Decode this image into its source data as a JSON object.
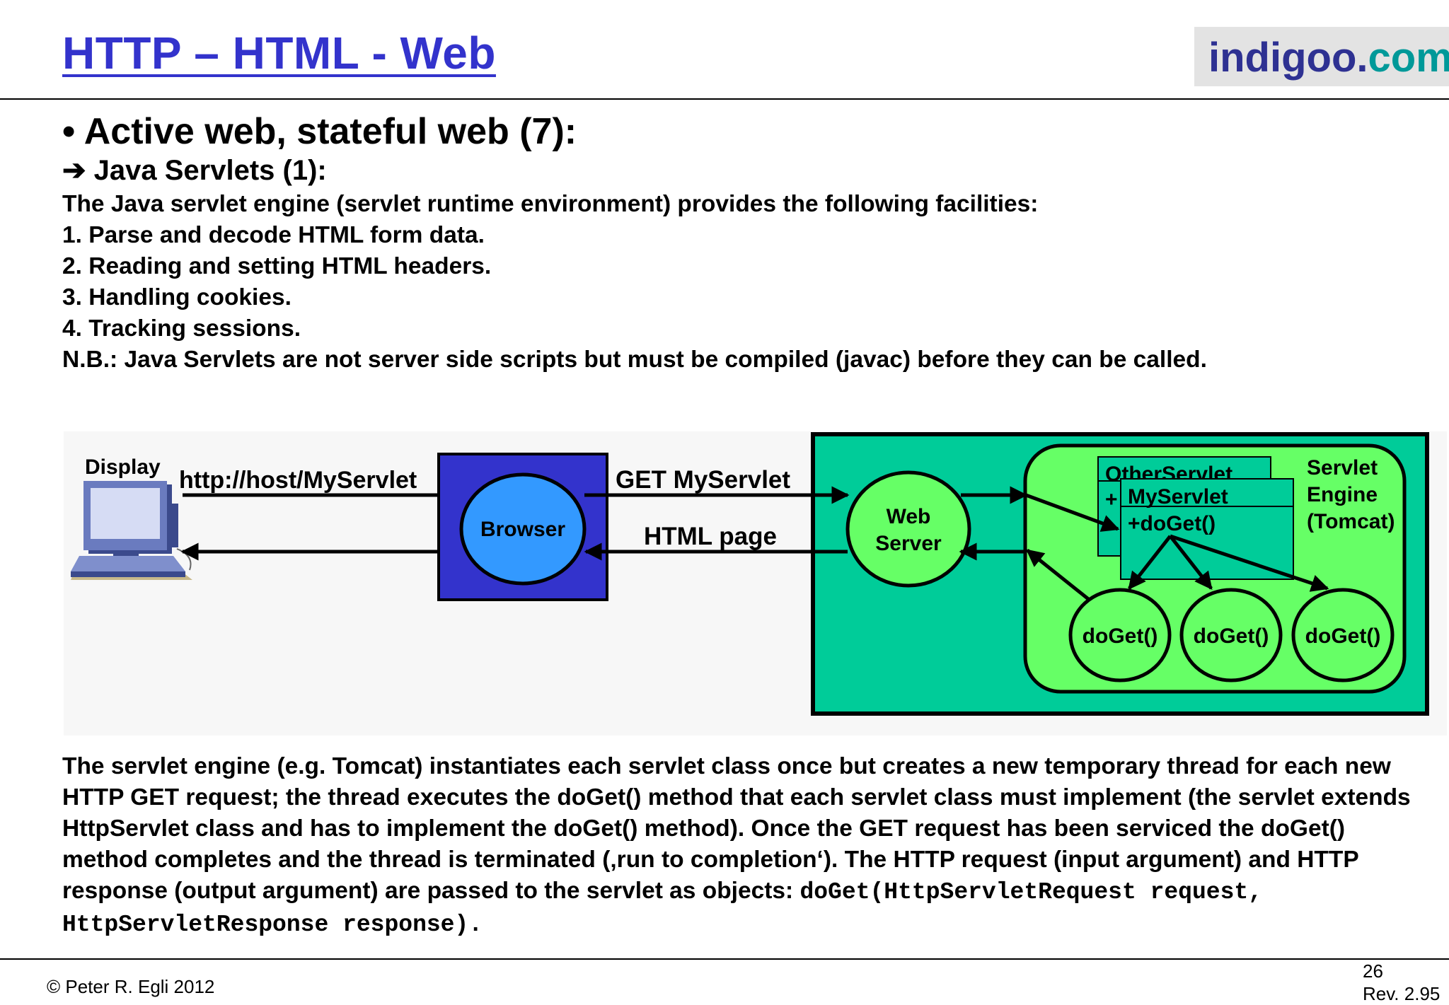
{
  "header": {
    "title": "HTTP – HTML - Web",
    "logo_indigo": "indigoo.",
    "logo_com": "com"
  },
  "heading": "• Active web, stateful web (7):",
  "subheading": "➔ Java Servlets (1):",
  "intro": "The Java servlet engine (servlet runtime environment) provides the following facilities:",
  "facilities": [
    "1. Parse and decode HTML form data.",
    "2. Reading and setting HTML headers.",
    "3. Handling cookies.",
    "4. Tracking sessions."
  ],
  "note": "N.B.: Java Servlets are not server side scripts but must be compiled (javac) before they can be called.",
  "diagram": {
    "display_label": "Display",
    "url_label": "http://host/MyServlet",
    "browser_label": "Browser",
    "get_label": "GET MyServlet",
    "html_label": "HTML page",
    "web_server_line1": "Web",
    "web_server_line2": "Server",
    "engine_line1": "Servlet",
    "engine_line2": "Engine",
    "engine_line3": "(Tomcat)",
    "other_servlet": "OtherServlet",
    "other_plus": "+",
    "my_servlet": "MyServlet",
    "my_method": "+doGet()",
    "threads": [
      "doGet()",
      "doGet()",
      "doGet()"
    ],
    "colors": {
      "browser_box": "#3333cc",
      "browser_circle": "#3399ff",
      "engine_outer": "#00cc99",
      "engine_inner": "#66ff66"
    }
  },
  "bottom_text": "The servlet engine (e.g. Tomcat) instantiates each servlet class once but creates a new temporary thread for each new HTTP GET request; the thread executes the doGet() method that each servlet class must implement (the servlet extends HttpServlet class and has to implement the doGet() method). Once the GET request has been serviced the doGet() method completes and the thread is terminated (‚run to completion‘). The HTTP request (input argument) and HTTP response (output argument) are passed to the servlet as objects: ",
  "bottom_code": "doGet(HttpServletRequest request, HttpServletResponse response).",
  "footer": {
    "copyright": "© Peter R. Egli 2012",
    "page": "26",
    "rev": "Rev. 2.95"
  }
}
